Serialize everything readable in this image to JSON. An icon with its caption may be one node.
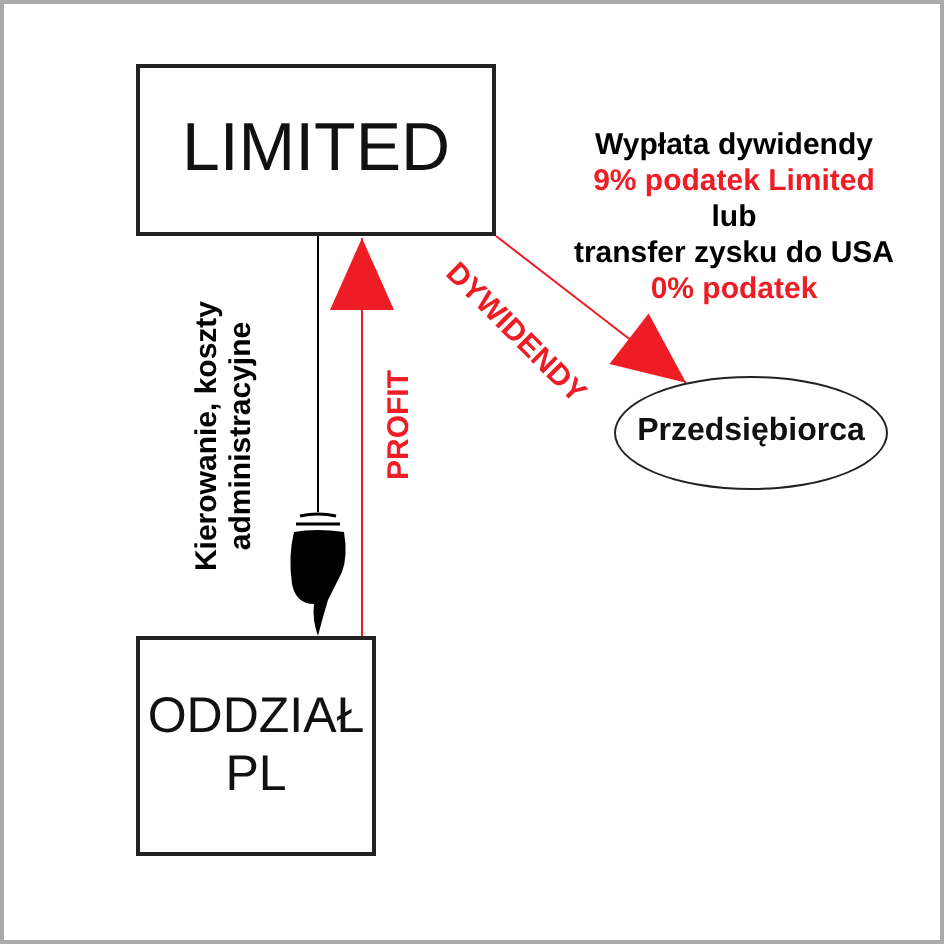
{
  "diagram": {
    "nodes": [
      {
        "text": [
          "LIMITED"
        ]
      },
      {
        "text": [
          "ODDZIAŁ PL"
        ]
      },
      {
        "text": [
          "Przedsiębiorca"
        ]
      },
      {
        "text": [],
        "shape": "hand"
      }
    ],
    "edges": [
      {
        "from": 0,
        "to": 3,
        "arrow": "none",
        "label": "Kierowanie, koszty administracyjne",
        "color": "#000000"
      },
      {
        "from": 1,
        "to": 0,
        "arrow": "to",
        "label": "PROFIT",
        "color": "#ee1c24"
      },
      {
        "from": 0,
        "to": 2,
        "arrow": "to",
        "label": "DYWIDENDY",
        "color": "#ee1c24"
      }
    ],
    "labels": [
      "Wypłata dywidendy",
      "9% podatek Limited",
      "lub",
      "transfer zysku do USA",
      "0% podatek"
    ]
  }
}
